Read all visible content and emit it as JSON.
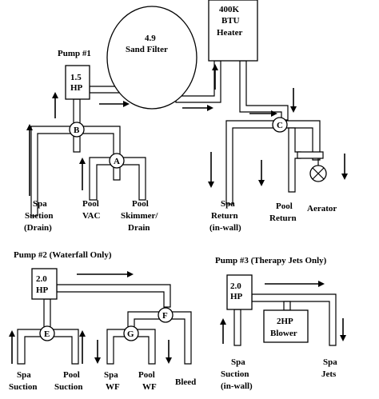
{
  "system1": {
    "pump_title": "Pump #1",
    "pump_hp": [
      "1.5",
      "HP"
    ],
    "filter": [
      "4.9",
      "Sand Filter"
    ],
    "heater": [
      "400K",
      "BTU",
      "Heater"
    ],
    "valves": {
      "b": "B",
      "a": "A",
      "c": "C"
    },
    "labels": {
      "spa_suction": [
        "Spa",
        "Suction",
        "(Drain)"
      ],
      "pool_vac": [
        "Pool",
        "VAC"
      ],
      "pool_skimmer": [
        "Pool",
        "Skimmer/",
        "Drain"
      ],
      "spa_return": [
        "Spa",
        "Return",
        "(in-wall)"
      ],
      "pool_return": [
        "Pool",
        "Return"
      ],
      "aerator": "Aerator"
    }
  },
  "system2": {
    "pump_title": "Pump #2 (Waterfall Only)",
    "pump_hp": [
      "2.0",
      "HP"
    ],
    "valves": {
      "e": "E",
      "g": "G",
      "f": "F"
    },
    "labels": {
      "spa_suction": [
        "Spa",
        "Suction"
      ],
      "pool_suction": [
        "Pool",
        "Suction"
      ],
      "spa_wf": [
        "Spa",
        "WF"
      ],
      "pool_wf": [
        "Pool",
        "WF"
      ],
      "bleed": "Bleed"
    }
  },
  "system3": {
    "pump_title": "Pump #3 (Therapy Jets Only)",
    "pump_hp": [
      "2.0",
      "HP"
    ],
    "blower": [
      "2HP",
      "Blower"
    ],
    "labels": {
      "spa_suction": [
        "Spa",
        "Suction",
        "(in-wall)"
      ],
      "spa_jets": [
        "Spa",
        "Jets"
      ]
    }
  }
}
